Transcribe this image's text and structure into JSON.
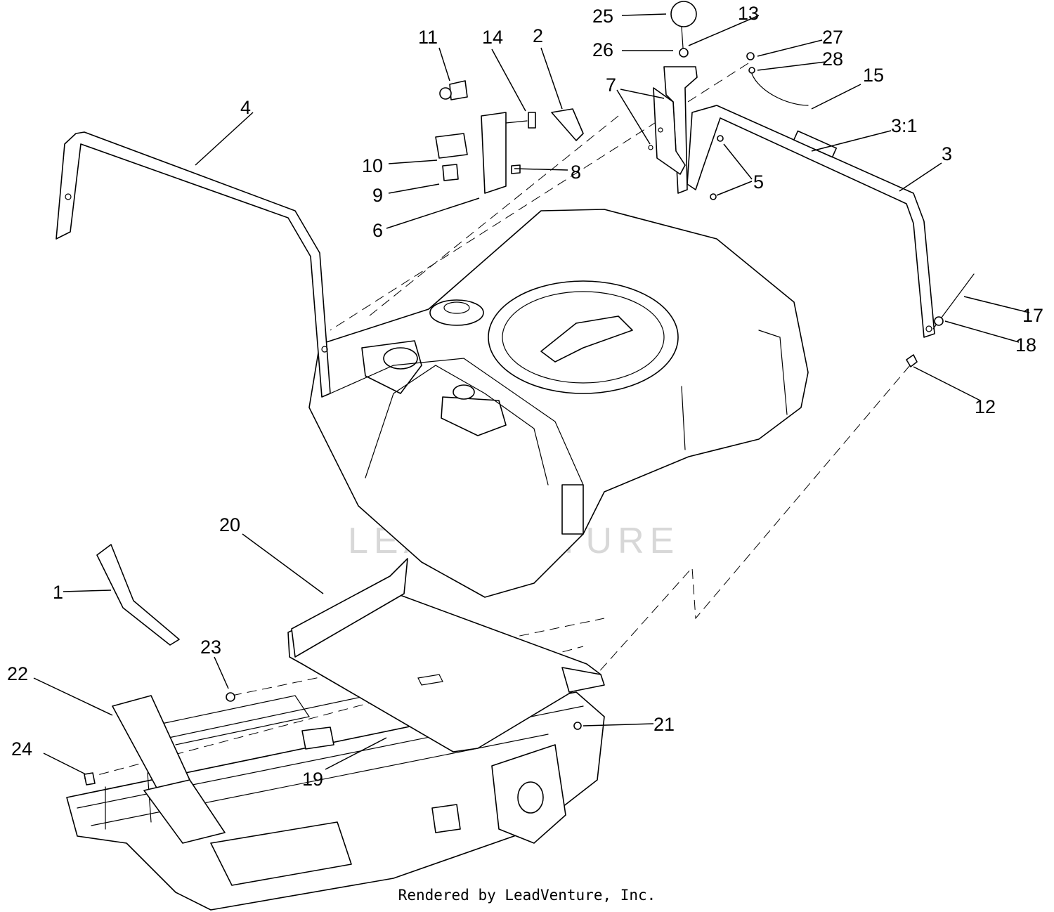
{
  "callouts": [
    {
      "id": "1"
    },
    {
      "id": "2"
    },
    {
      "id": "3"
    },
    {
      "id": "3:1"
    },
    {
      "id": "4"
    },
    {
      "id": "5"
    },
    {
      "id": "6"
    },
    {
      "id": "7"
    },
    {
      "id": "8"
    },
    {
      "id": "9"
    },
    {
      "id": "10"
    },
    {
      "id": "11"
    },
    {
      "id": "12"
    },
    {
      "id": "13"
    },
    {
      "id": "14"
    },
    {
      "id": "15"
    },
    {
      "id": "17"
    },
    {
      "id": "18"
    },
    {
      "id": "19"
    },
    {
      "id": "20"
    },
    {
      "id": "21"
    },
    {
      "id": "22"
    },
    {
      "id": "23"
    },
    {
      "id": "24"
    },
    {
      "id": "25"
    },
    {
      "id": "26"
    },
    {
      "id": "27"
    },
    {
      "id": "28"
    }
  ],
  "watermark": "LEADVENTURE",
  "credit": "Rendered by LeadVenture, Inc."
}
